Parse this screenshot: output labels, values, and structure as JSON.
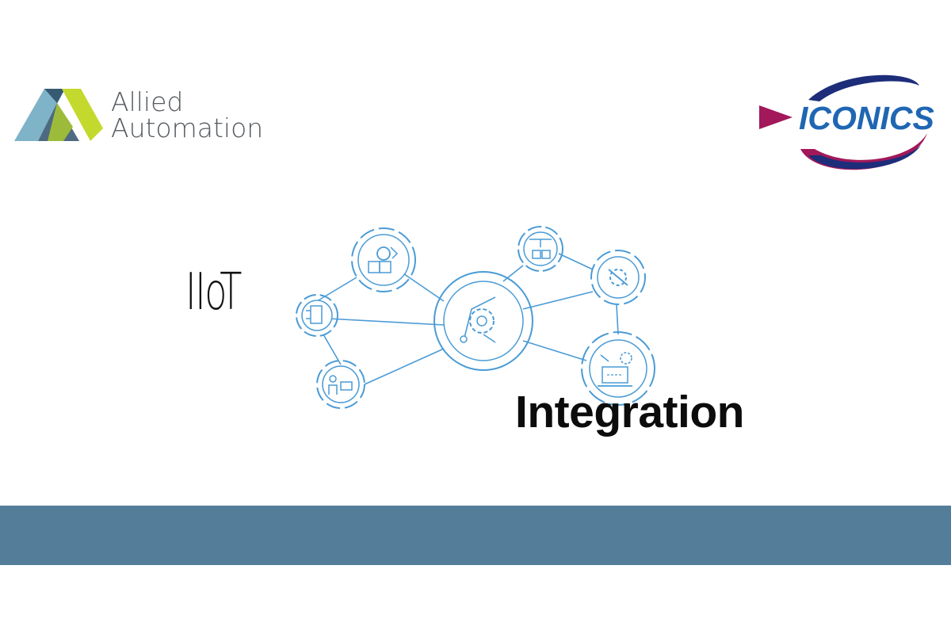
{
  "allied_logo": {
    "line1": "Allied",
    "line2": "Automation",
    "colors": {
      "light_blue": "#7fb3c8",
      "dark_blue": "#375a73",
      "slate": "#4e6a80",
      "lime": "#c4d92e",
      "green": "#9dbb3a",
      "text": "#555a60"
    }
  },
  "iconics_logo": {
    "wordmark": "ICONICS",
    "colors": {
      "blue": "#1f66b3",
      "magenta": "#a2185a",
      "navy": "#1d2d7a"
    }
  },
  "iiot": {
    "label": "IIoT"
  },
  "integration": {
    "label": "Integration"
  },
  "network": {
    "color": "#4a9bd6",
    "icons": [
      "factory-gear-icon",
      "robot-arm-icon",
      "worker-machine-icon",
      "robot-gear-hub-icon",
      "conveyor-crane-icon",
      "gear-wrench-icon",
      "laptop-robot-icon"
    ]
  },
  "footer": {
    "color": "#537d98"
  }
}
